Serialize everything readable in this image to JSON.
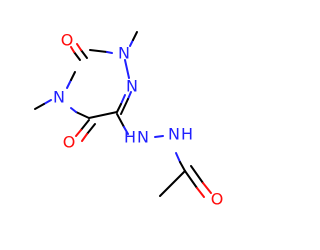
{
  "molecule": {
    "atoms": {
      "o_top": "O",
      "n1": "N",
      "n4": "N",
      "n_ring": "N",
      "o_mid": "O",
      "nh1_n": "N",
      "nh1_h": "H",
      "nh2_n": "N",
      "nh2_h": "H",
      "o_bottom": "O"
    },
    "colors": {
      "carbon_bond": "#000000",
      "nitrogen": "#2020ff",
      "oxygen": "#ff0d0d"
    }
  }
}
